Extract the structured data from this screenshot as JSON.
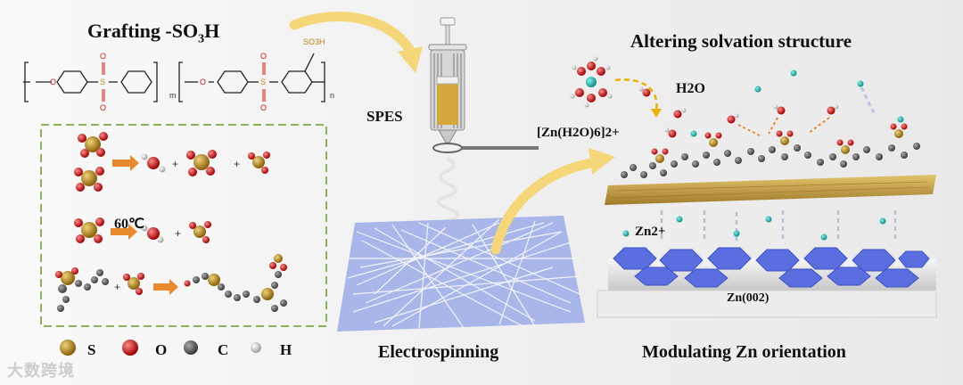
{
  "left_panel": {
    "title": "Grafting -SO",
    "title_sub": "3",
    "title_end": "H",
    "so3h_label": "SO3H",
    "subscript_m": "m",
    "subscript_n": "n",
    "reaction_condition": "60℃"
  },
  "legend": [
    {
      "symbol": "S",
      "color": "#b8860b"
    },
    {
      "symbol": "O",
      "color": "#d81414"
    },
    {
      "symbol": "C",
      "color": "#6b6b6b"
    },
    {
      "symbol": "H",
      "color": "#e0e0e0"
    }
  ],
  "center_panel": {
    "syringe_label": "SPES",
    "caption": "Electrospinning"
  },
  "right_panel": {
    "title": "Altering solvation structure",
    "complex_label": "[Zn(H2O)6]2+",
    "water_label": "H2O",
    "ion_label": "Zn2+",
    "substrate_label": "Zn(002)",
    "caption": "Modulating Zn orientation"
  },
  "watermark": "大数跨境",
  "colors": {
    "dashed_box": "#8db35a",
    "arrow_yellow": "#f5d77a",
    "arrow_orange": "#e88a2e",
    "zn_hex": "#5b6ee0",
    "membrane": "#c9a14a",
    "mat": "#a9b6ea",
    "ion": "#21b8b0",
    "sulfur": "#b8860b",
    "oxygen": "#d81414"
  }
}
